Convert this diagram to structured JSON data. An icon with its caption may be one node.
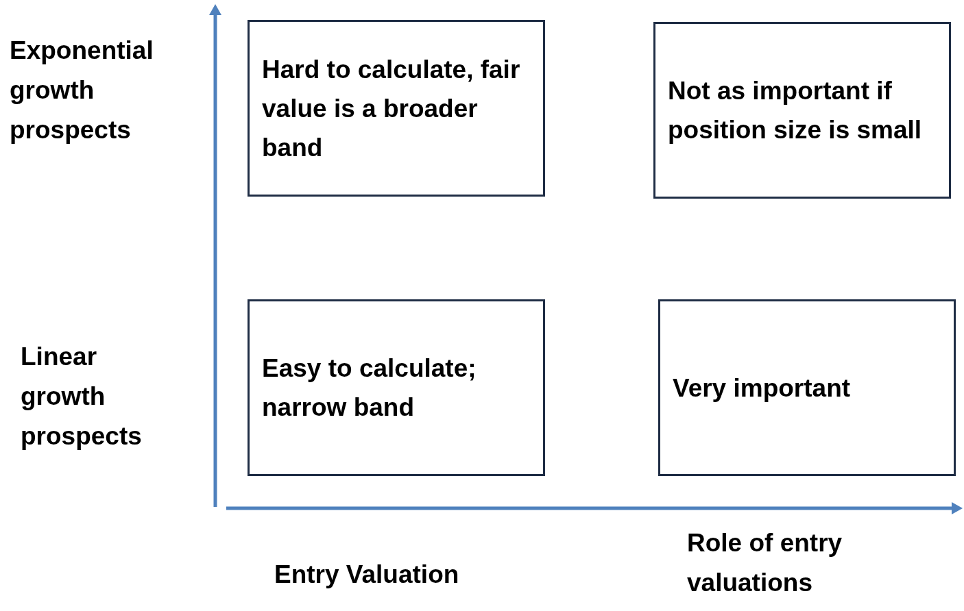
{
  "diagram": {
    "nodes": [
      {
        "text": [
          "Hard to calculate, fair value is a broader band"
        ]
      },
      {
        "text": [
          "Not as important if position size is small"
        ]
      },
      {
        "text": [
          "Easy to calculate; narrow band"
        ]
      },
      {
        "text": [
          "Very important"
        ]
      }
    ],
    "labels": [
      "Exponential growth prospects",
      "Linear growth prospects",
      "Entry Valuation",
      "Role of entry valuations"
    ]
  }
}
